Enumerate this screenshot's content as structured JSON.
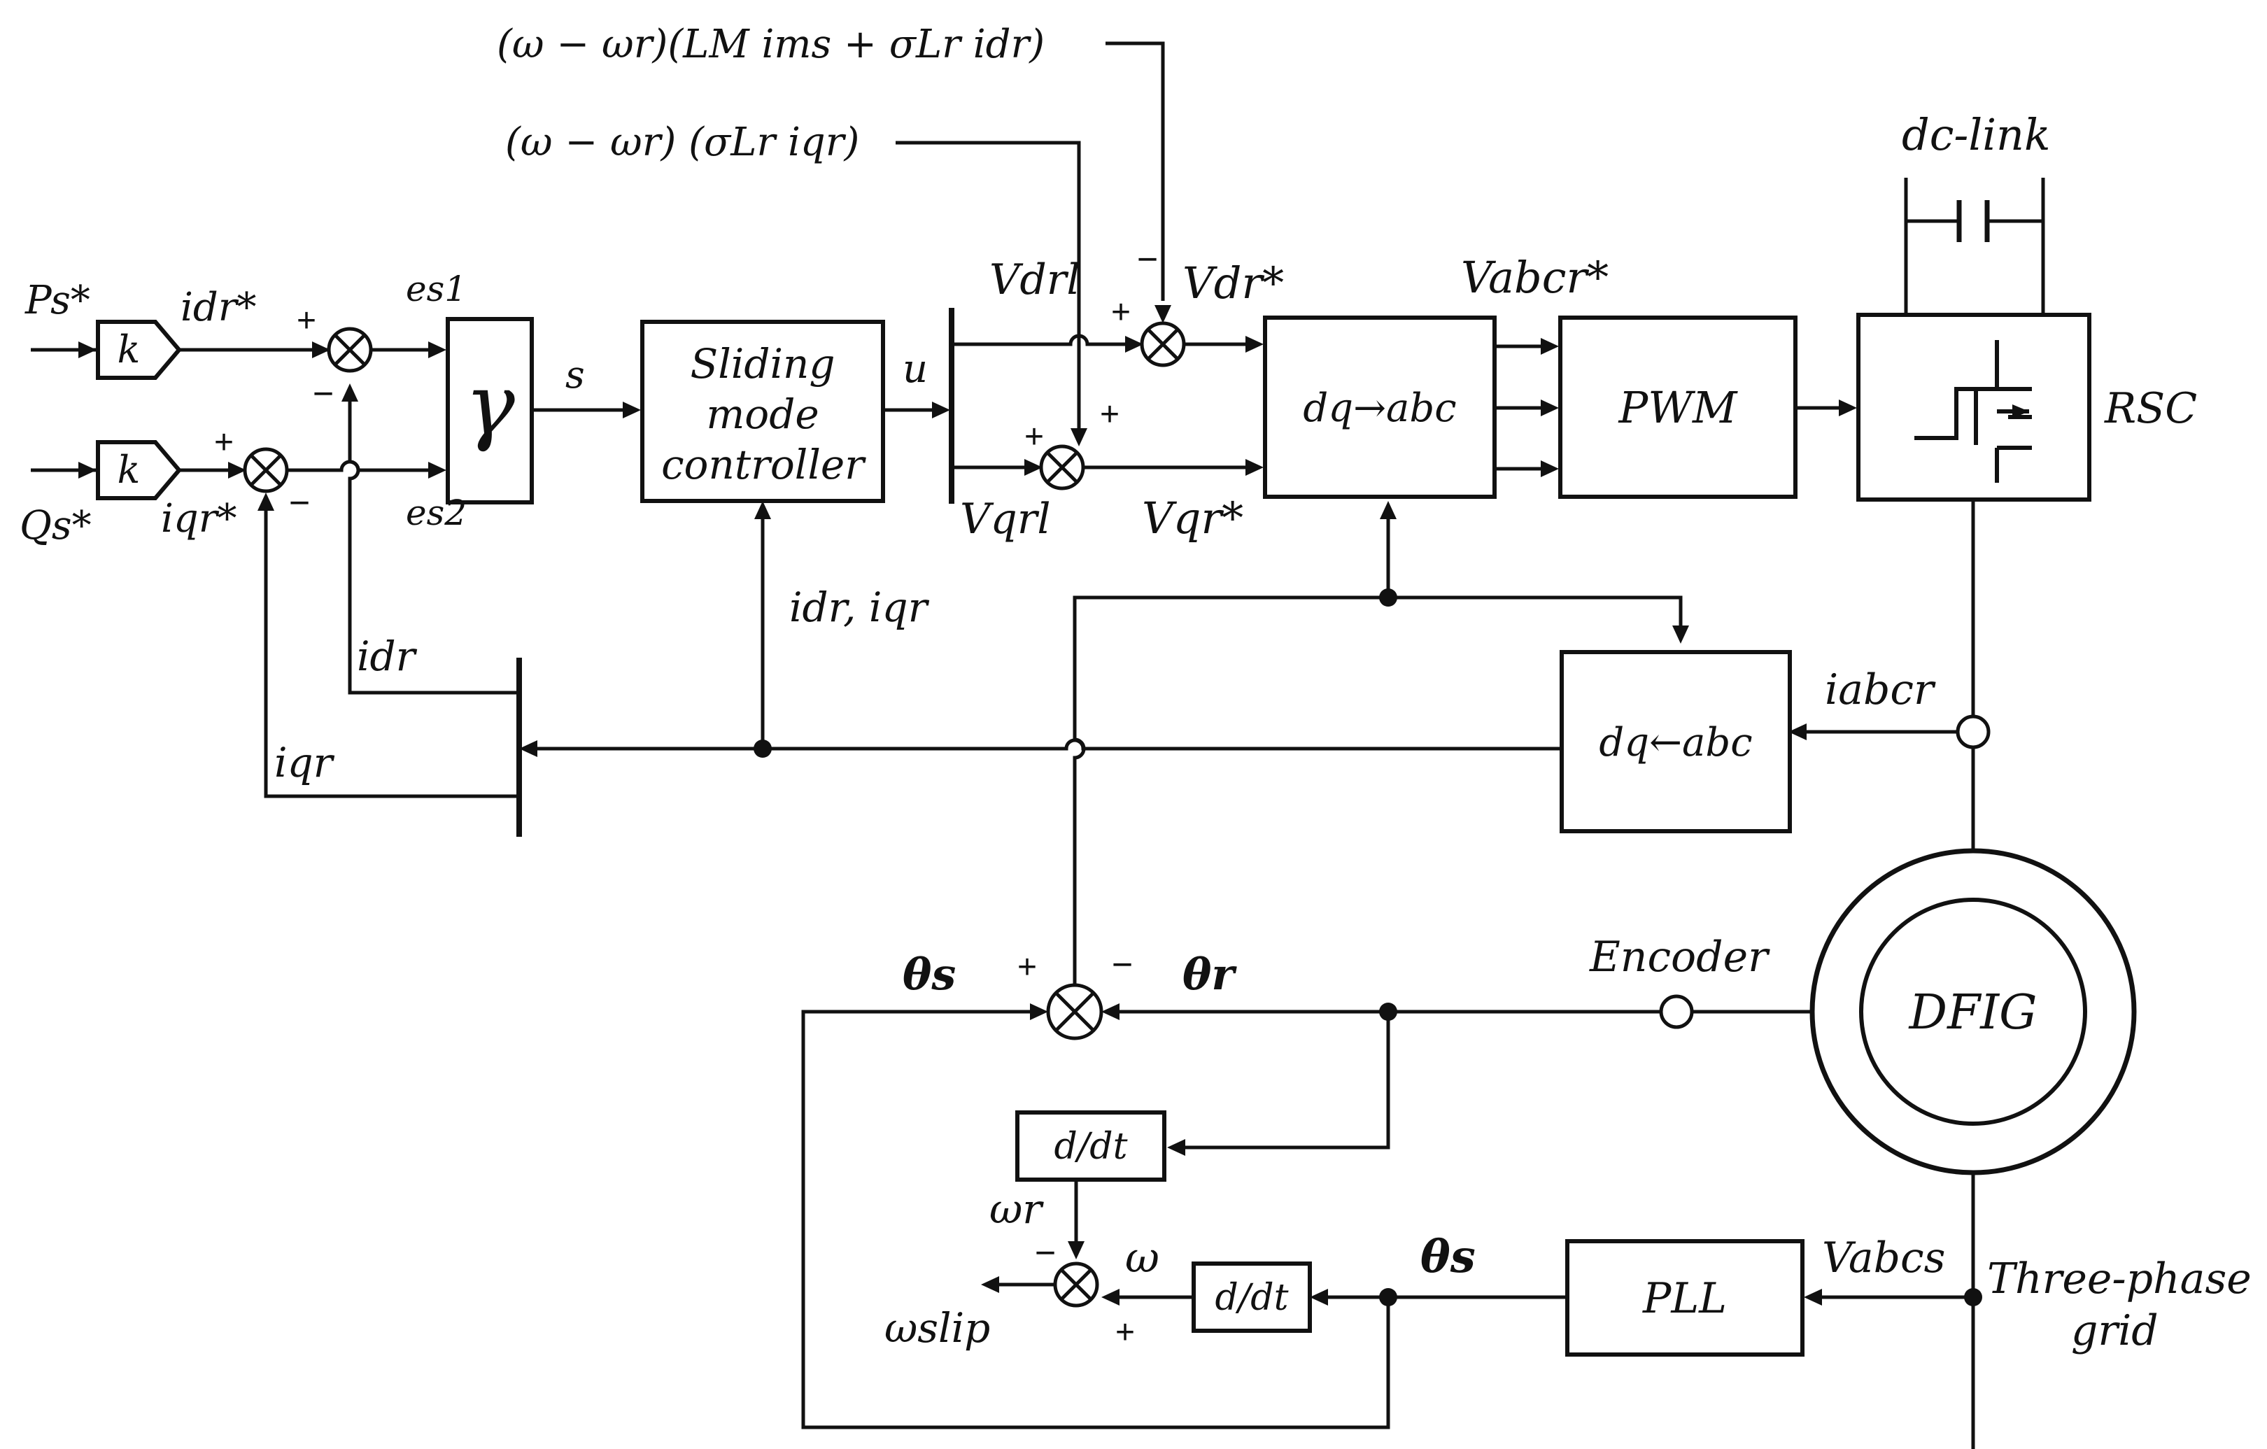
{
  "blocks": {
    "gain_p": "k",
    "gain_q": "k",
    "gamma": "γ",
    "smc_line1": "Sliding",
    "smc_line2": "mode",
    "smc_line3": "controller",
    "dq_abc": "dq→abc",
    "pwm": "PWM",
    "abc_dq": "dq←abc",
    "derivative_1": "d/dt",
    "derivative_2": "d/dt",
    "pll": "PLL",
    "dfig": "DFIG"
  },
  "labels": {
    "ps": "Ps*",
    "qs": "Qs*",
    "idr_ref": "idr*",
    "iqr_ref": "iqr*",
    "es1": "es1",
    "es2": "es2",
    "s": "s",
    "u": "u",
    "vdr_l": "Vdrl",
    "vqr_l": "Vqrl",
    "vdr_ref": "Vdr*",
    "vqr_ref": "Vqr*",
    "vabcr_ref": "Vabcr*",
    "idr_iqr": "idr, iqr",
    "idr": "idr",
    "iqr": "iqr",
    "iabcr": "iabcr",
    "vabcs": "Vabcs",
    "theta_s_left": "θs",
    "theta_r": "θr",
    "theta_s_pll": "θs",
    "omega_r": "ωr",
    "omega": "ω",
    "omega_slip": "ωslip",
    "encoder": "Encoder",
    "dc_link": "dc-link",
    "rsc": "RSC",
    "grid_line1": "Three-phase",
    "grid_line2": "grid",
    "feedforward_d": "(ω − ωr)(LM ims + σLr idr)",
    "feedforward_q": "(ω − ωr) (σLr iqr)"
  },
  "signs": {
    "plus": "+",
    "minus": "−"
  },
  "icon_names": [
    "sum-junction-icon",
    "capacitor-icon",
    "igbt-switch-icon",
    "encoder-icon",
    "machine-icon"
  ]
}
